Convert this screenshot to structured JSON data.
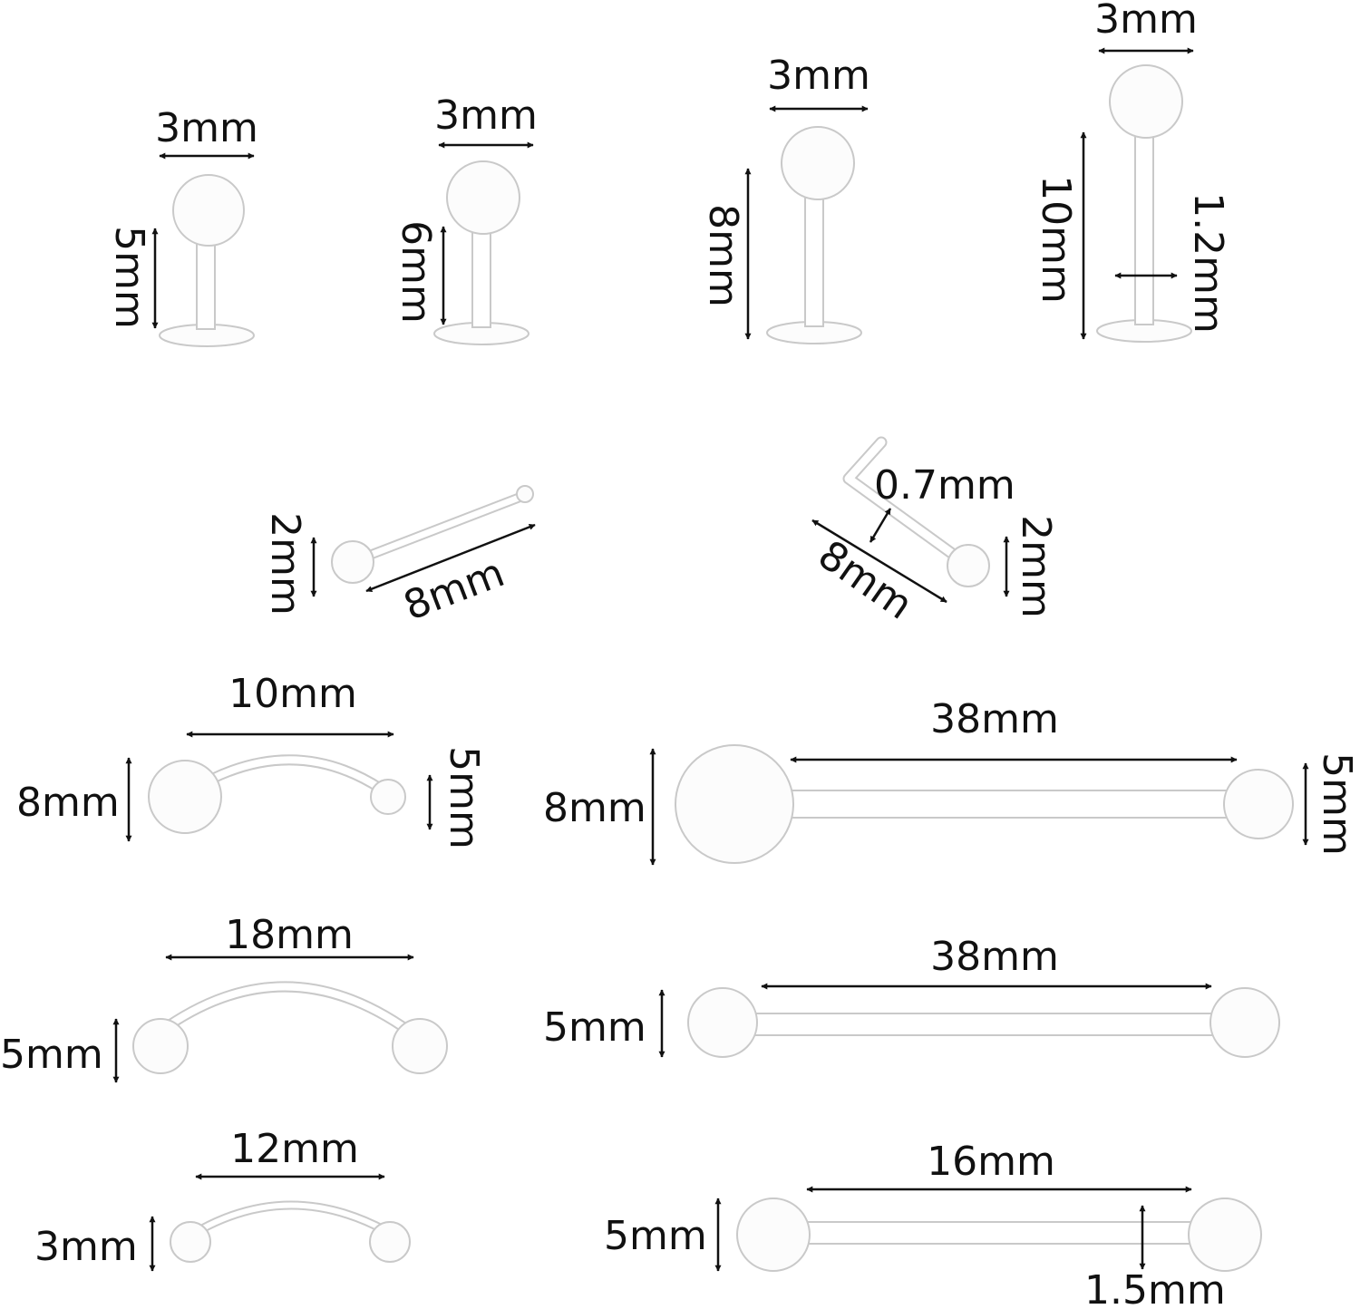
{
  "colors": {
    "background": "#ffffff",
    "ink": "#111111",
    "acrylic_outline": "#c9c9c9",
    "acrylic_fill": "#fcfcfc"
  },
  "labrets": [
    {
      "ball": "3mm",
      "length": "5mm"
    },
    {
      "ball": "3mm",
      "length": "6mm"
    },
    {
      "ball": "3mm",
      "length": "8mm"
    },
    {
      "ball": "3mm",
      "length": "10mm",
      "gauge": "1.2mm"
    }
  ],
  "nose_studs": [
    {
      "ball": "2mm",
      "length": "8mm"
    },
    {
      "ball": "2mm",
      "length": "8mm",
      "gauge": "0.7mm"
    }
  ],
  "curved_barbells": [
    {
      "length": "10mm",
      "ball_left": "8mm",
      "ball_right": "5mm"
    },
    {
      "length": "18mm",
      "ball_left": "5mm"
    },
    {
      "length": "12mm",
      "ball_left": "3mm"
    }
  ],
  "straight_barbells": [
    {
      "length": "38mm",
      "ball_left": "8mm",
      "ball_right": "5mm"
    },
    {
      "length": "38mm",
      "ball_left": "5mm"
    },
    {
      "length": "16mm",
      "ball_left": "5mm",
      "gauge": "1.5mm"
    }
  ]
}
